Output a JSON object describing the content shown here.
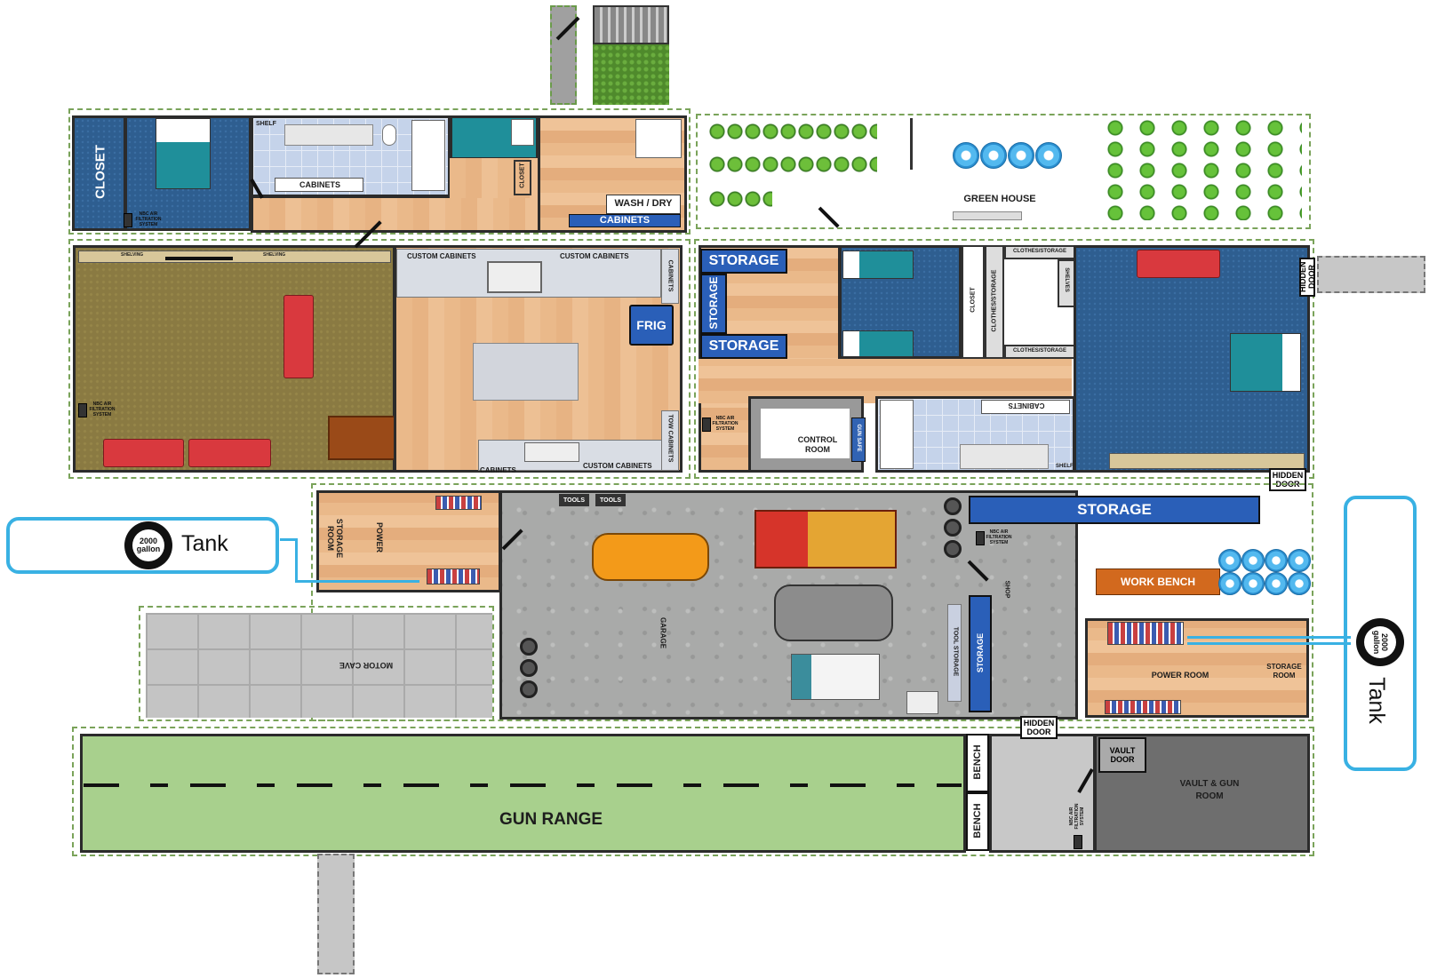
{
  "labels": {
    "closet_left": "CLOSET",
    "shelf_top": "SHELF",
    "cabinets_bath_top": "CABINETS",
    "closet_small": "CLOSET",
    "wash_dry": "WASH / DRY",
    "cabinets_laundry": "CABINETS",
    "green_house": "GREEN HOUSE",
    "shelving_left": "SHELVING",
    "shelving_right": "SHELVING",
    "custom_cabinets_1": "CUSTOM CABINETS",
    "custom_cabinets_2": "CUSTOM CABINETS",
    "cabinets_right": "CABINETS",
    "frig": "FRIG",
    "tow_cabinets": "TOW CABINETS",
    "cabinets_bottom": "CABINETS",
    "custom_cabinets_bottom": "CUSTOM CABINETS",
    "storage_1": "STORAGE",
    "storage_2": "STORAGE",
    "storage_3": "STORAGE",
    "closet_mid": "CLOSET",
    "clothes_storage_1": "CLOTHES/STORAGE",
    "clothes_storage_2": "CLOTHES/STORAGE",
    "clothes_storage_3": "CLOTHES/STORAGE",
    "shelves": "SHELVES",
    "hidden_door_1": "HIDDEN DOOR",
    "control_room": "CONTROL ROOM",
    "gun_safe": "GUN SAFE",
    "cabinets_bath2": "CABINETS",
    "shelf_bath2": "SHELF",
    "hidden_door_2": "HIDDEN DOOR",
    "tools_1": "TOOLS",
    "tools_2": "TOOLS",
    "storage_garage": "STORAGE",
    "work_bench": "WORK BENCH",
    "shop": "SHOP",
    "storage_room_left": "STORAGE ROOM",
    "power_left": "POWER",
    "garage": "GARAGE",
    "tool_storage": "TOOL STORAGE",
    "storage_vertical": "STORAGE",
    "motor_cave": "MOTOR CAVE",
    "power_room": "POWER ROOM",
    "storage_room_right": "STORAGE ROOM",
    "hidden_door_3": "HIDDEN DOOR",
    "bench_1": "BENCH",
    "bench_2": "BENCH",
    "vault_door": "VAULT DOOR",
    "vault_gun_room": "VAULT & GUN ROOM",
    "gun_range": "GUN RANGE",
    "nbc": "NBC AIR FILTRATION SYSTEM"
  },
  "tanks": {
    "left": {
      "capacity": "2000 gallon",
      "label": "Tank"
    },
    "right": {
      "capacity": "2000 gallon",
      "label": "Tank"
    }
  },
  "colors": {
    "accent_tank_border": "#39b1e3",
    "storage_blue": "#2a5fb8",
    "work_bench": "#d2691e",
    "gun_range_green": "#a8d08d",
    "bedroom_blue": "#2e5e90"
  }
}
